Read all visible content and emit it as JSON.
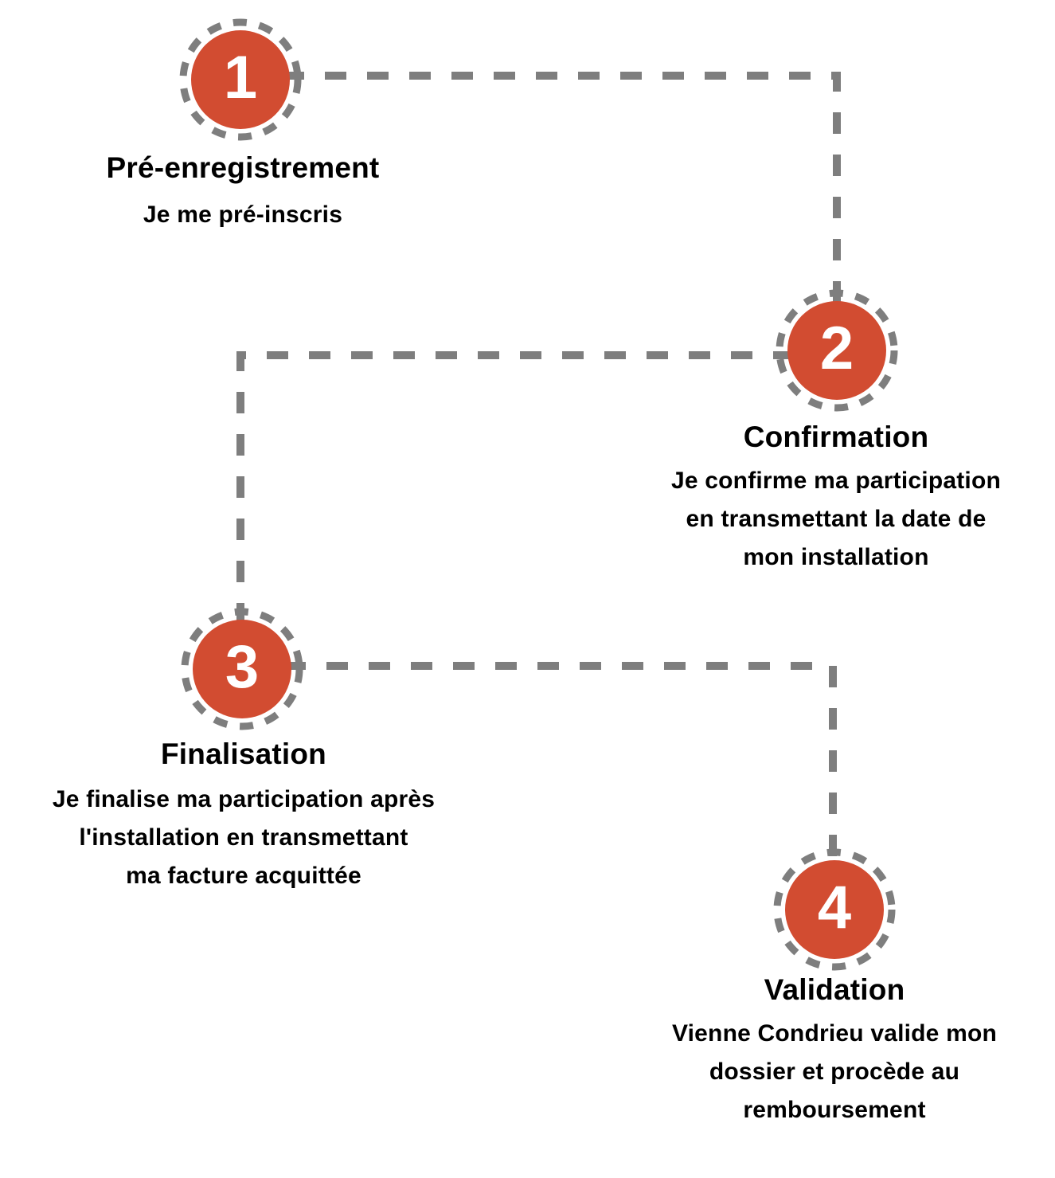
{
  "diagram": {
    "steps": [
      {
        "number": "1",
        "title": "Pré-enregistrement",
        "subtitle_lines": [
          "Je me pré-inscris"
        ]
      },
      {
        "number": "2",
        "title": "Confirmation",
        "subtitle_lines": [
          "Je confirme ma participation",
          "en transmettant la date de",
          "mon installation"
        ]
      },
      {
        "number": "3",
        "title": "Finalisation",
        "subtitle_lines": [
          "Je finalise ma participation après",
          "l'installation en transmettant",
          "ma facture acquittée"
        ]
      },
      {
        "number": "4",
        "title": "Validation",
        "subtitle_lines": [
          "Vienne Condrieu valide mon",
          "dossier et procède au",
          "remboursement"
        ]
      }
    ],
    "colors": {
      "step_circle": "#D24C31",
      "connector": "#7E7E7E",
      "ring": "#7E7E7E",
      "number_text": "#FFFFFF",
      "label_text": "#000000",
      "background": "#FFFFFF"
    }
  }
}
